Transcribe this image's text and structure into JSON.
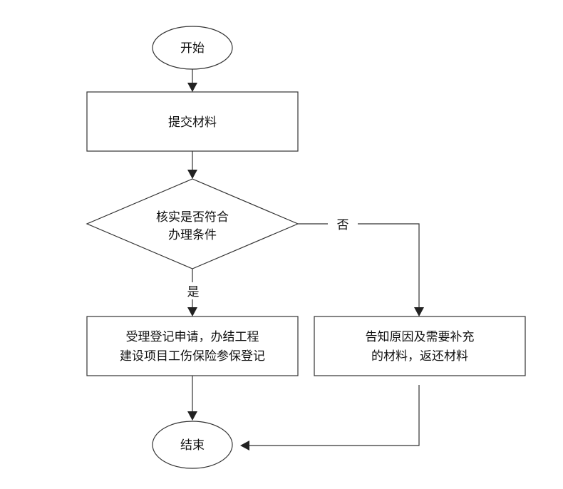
{
  "nodes": {
    "start": "开始",
    "submit": "提交材料",
    "check_line1": "核实是否符合",
    "check_line2": "办理条件",
    "accept_line1": "受理登记申请，办结工程",
    "accept_line2": "建设项目工伤保险参保登记",
    "notify_line1": "告知原因及需要补充",
    "notify_line2": "的材料，返还材料",
    "end": "结束"
  },
  "edges": {
    "yes_label": "是",
    "no_label": "否"
  }
}
